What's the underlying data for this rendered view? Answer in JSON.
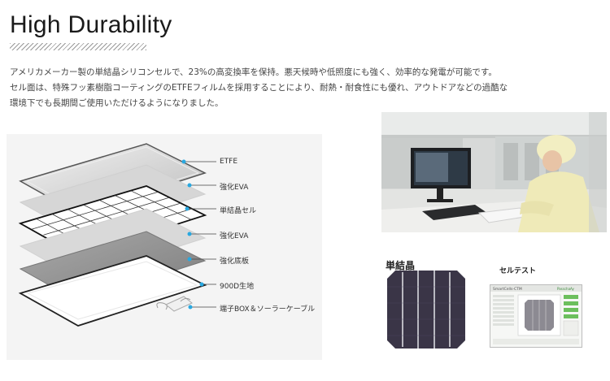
{
  "heading": "High Durability",
  "description": [
    "アメリカメーカー製の単結晶シリコンセルで、23%の高変換率を保持。悪天候時や低照度にも強く、効率的な発電が可能です。",
    "セル面は、特殊フッ素樹脂コーティングのETFEフィルムを採用することにより、耐熱・耐食性にも優れ、アウトドアなどの過酷な",
    "環境下でも長期間ご使用いただけるようになりました。"
  ],
  "layers": [
    {
      "label": "ETFE"
    },
    {
      "label": "強化EVA"
    },
    {
      "label": "単結晶セル"
    },
    {
      "label": "強化EVA"
    },
    {
      "label": "強化底板"
    },
    {
      "label": "900D生地"
    },
    {
      "label": "端子BOX＆ソーラーケーブル"
    }
  ],
  "colors": {
    "leader_dot": "#29a8e0",
    "cell": "#3a3547",
    "bg_panel": "#f4f4f4"
  },
  "cell_section": {
    "title": "単結晶"
  },
  "test_section": {
    "title": "セルテスト",
    "screen_app": "SmartCells-CTM",
    "screen_brand": "PasschaAy"
  }
}
